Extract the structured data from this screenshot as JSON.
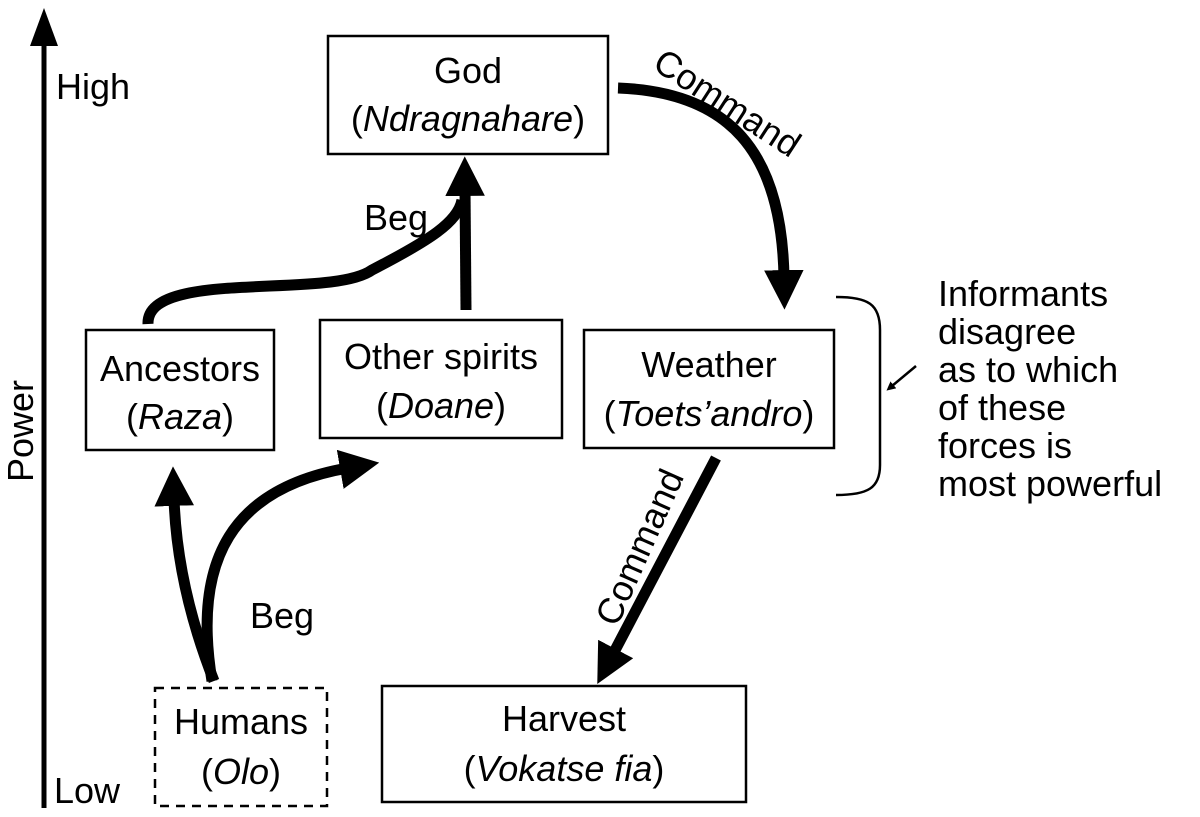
{
  "axis": {
    "label": "Power",
    "high": "High",
    "low": "Low"
  },
  "nodes": {
    "god": {
      "name": "God",
      "local": "Ndragnahare"
    },
    "ancestors": {
      "name": "Ancestors",
      "local": "Raza"
    },
    "spirits": {
      "name": "Other spirits",
      "local": "Doane"
    },
    "weather": {
      "name": "Weather",
      "local": "Toets’andro"
    },
    "humans": {
      "name": "Humans",
      "local": "Olo"
    },
    "harvest": {
      "name": "Harvest",
      "local": "Vokatse fia"
    }
  },
  "edges": {
    "god_to_weather": "Command",
    "weather_to_harvest": "Command",
    "beg_upper": "Beg",
    "beg_lower": "Beg"
  },
  "note": {
    "lines": [
      "Informants",
      "disagree",
      "as to which",
      "of these",
      "forces is",
      "most powerful"
    ]
  }
}
